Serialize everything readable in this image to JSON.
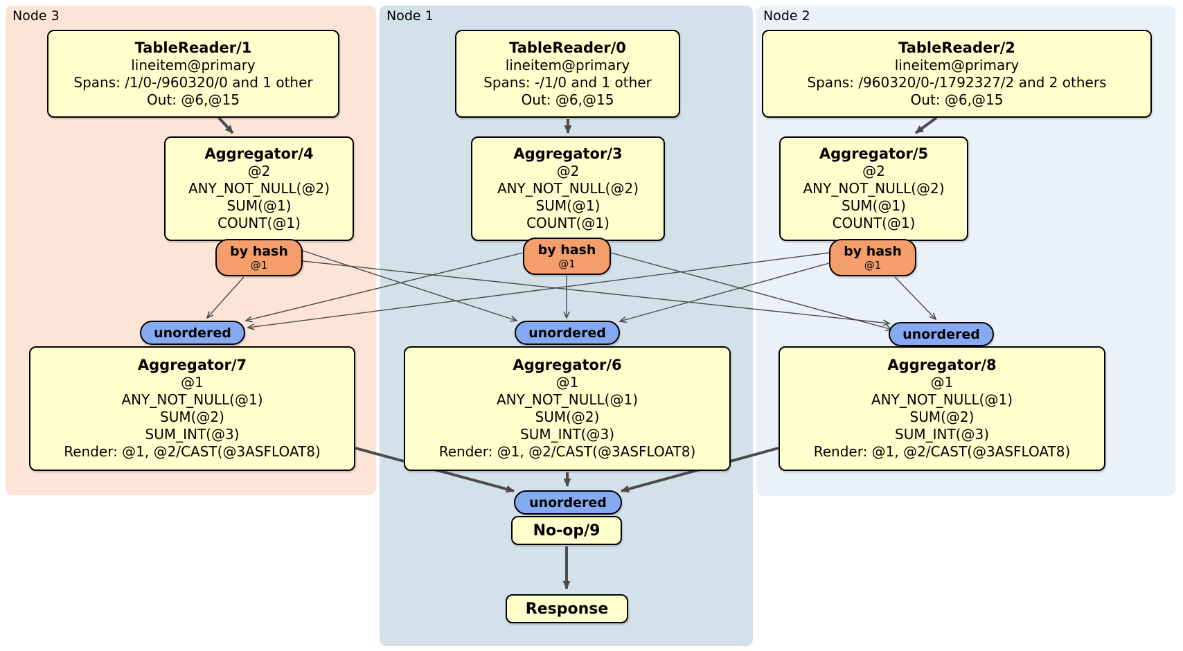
{
  "colors": {
    "node3_bg": "#fce4d6",
    "node1_bg": "#d3e1eb",
    "node2_bg": "#eaf1f9",
    "box_bg": "#ffffcd",
    "box_border": "#000000",
    "router_bg": "#f49e6c",
    "sync_bg": "#85aaf2",
    "edge": "#4a4a4a"
  },
  "panels": {
    "node3": {
      "label": "Node 3"
    },
    "node1": {
      "label": "Node 1"
    },
    "node2": {
      "label": "Node 2"
    }
  },
  "processors": {
    "tr1": {
      "title": "TableReader/1",
      "lines": [
        "lineitem@primary",
        "Spans: /1/0-/960320/0 and 1 other",
        "Out: @6,@15"
      ]
    },
    "tr0": {
      "title": "TableReader/0",
      "lines": [
        "lineitem@primary",
        "Spans: -/1/0 and 1 other",
        "Out: @6,@15"
      ]
    },
    "tr2": {
      "title": "TableReader/2",
      "lines": [
        "lineitem@primary",
        "Spans: /960320/0-/1792327/2 and 2 others",
        "Out: @6,@15"
      ]
    },
    "agg4": {
      "title": "Aggregator/4",
      "lines": [
        "@2",
        "ANY_NOT_NULL(@2)",
        "SUM(@1)",
        "COUNT(@1)"
      ]
    },
    "agg3": {
      "title": "Aggregator/3",
      "lines": [
        "@2",
        "ANY_NOT_NULL(@2)",
        "SUM(@1)",
        "COUNT(@1)"
      ]
    },
    "agg5": {
      "title": "Aggregator/5",
      "lines": [
        "@2",
        "ANY_NOT_NULL(@2)",
        "SUM(@1)",
        "COUNT(@1)"
      ]
    },
    "agg7": {
      "title": "Aggregator/7",
      "lines": [
        "@1",
        "ANY_NOT_NULL(@1)",
        "SUM(@2)",
        "SUM_INT(@3)",
        "Render: @1, @2/CAST(@3ASFLOAT8)"
      ]
    },
    "agg6": {
      "title": "Aggregator/6",
      "lines": [
        "@1",
        "ANY_NOT_NULL(@1)",
        "SUM(@2)",
        "SUM_INT(@3)",
        "Render: @1, @2/CAST(@3ASFLOAT8)"
      ]
    },
    "agg8": {
      "title": "Aggregator/8",
      "lines": [
        "@1",
        "ANY_NOT_NULL(@1)",
        "SUM(@2)",
        "SUM_INT(@3)",
        "Render: @1, @2/CAST(@3ASFLOAT8)"
      ]
    },
    "noop": {
      "title": "No-op/9"
    },
    "response": {
      "title": "Response"
    }
  },
  "routers": {
    "node3": {
      "label": "by hash",
      "key": "@1"
    },
    "node1": {
      "label": "by hash",
      "key": "@1"
    },
    "node2": {
      "label": "by hash",
      "key": "@1"
    }
  },
  "syncs": {
    "node3": {
      "label": "unordered"
    },
    "node1": {
      "label": "unordered"
    },
    "node2": {
      "label": "unordered"
    },
    "final": {
      "label": "unordered"
    }
  }
}
